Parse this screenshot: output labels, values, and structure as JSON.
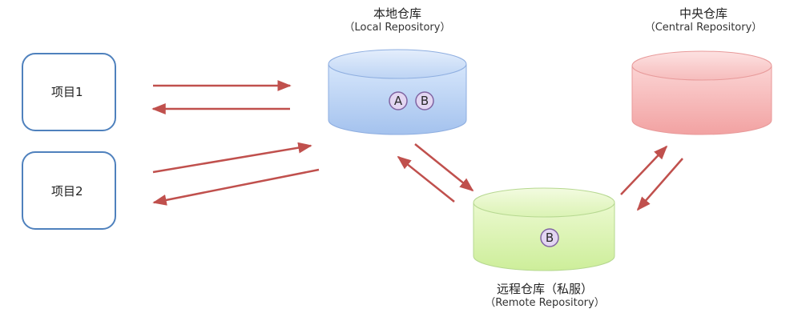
{
  "projects": [
    {
      "label": "项目1"
    },
    {
      "label": "项目2"
    }
  ],
  "repositories": {
    "local": {
      "title": "本地仓库",
      "subtitle": "（Local Repository）",
      "artifacts": [
        "A",
        "B"
      ],
      "color": "#a9c8f0"
    },
    "central": {
      "title": "中央仓库",
      "subtitle": "（Central Repository）",
      "artifacts": [],
      "color": "#f4a8a8"
    },
    "remote": {
      "title": "远程仓库（私服）",
      "subtitle": "（Remote Repository）",
      "artifacts": [
        "B"
      ],
      "color": "#d2f0a0"
    }
  },
  "colors": {
    "arrow": "#c0504d",
    "project_border": "#4f81bd",
    "badge_fill": "#e3d6f2",
    "badge_border": "#8064a2"
  }
}
